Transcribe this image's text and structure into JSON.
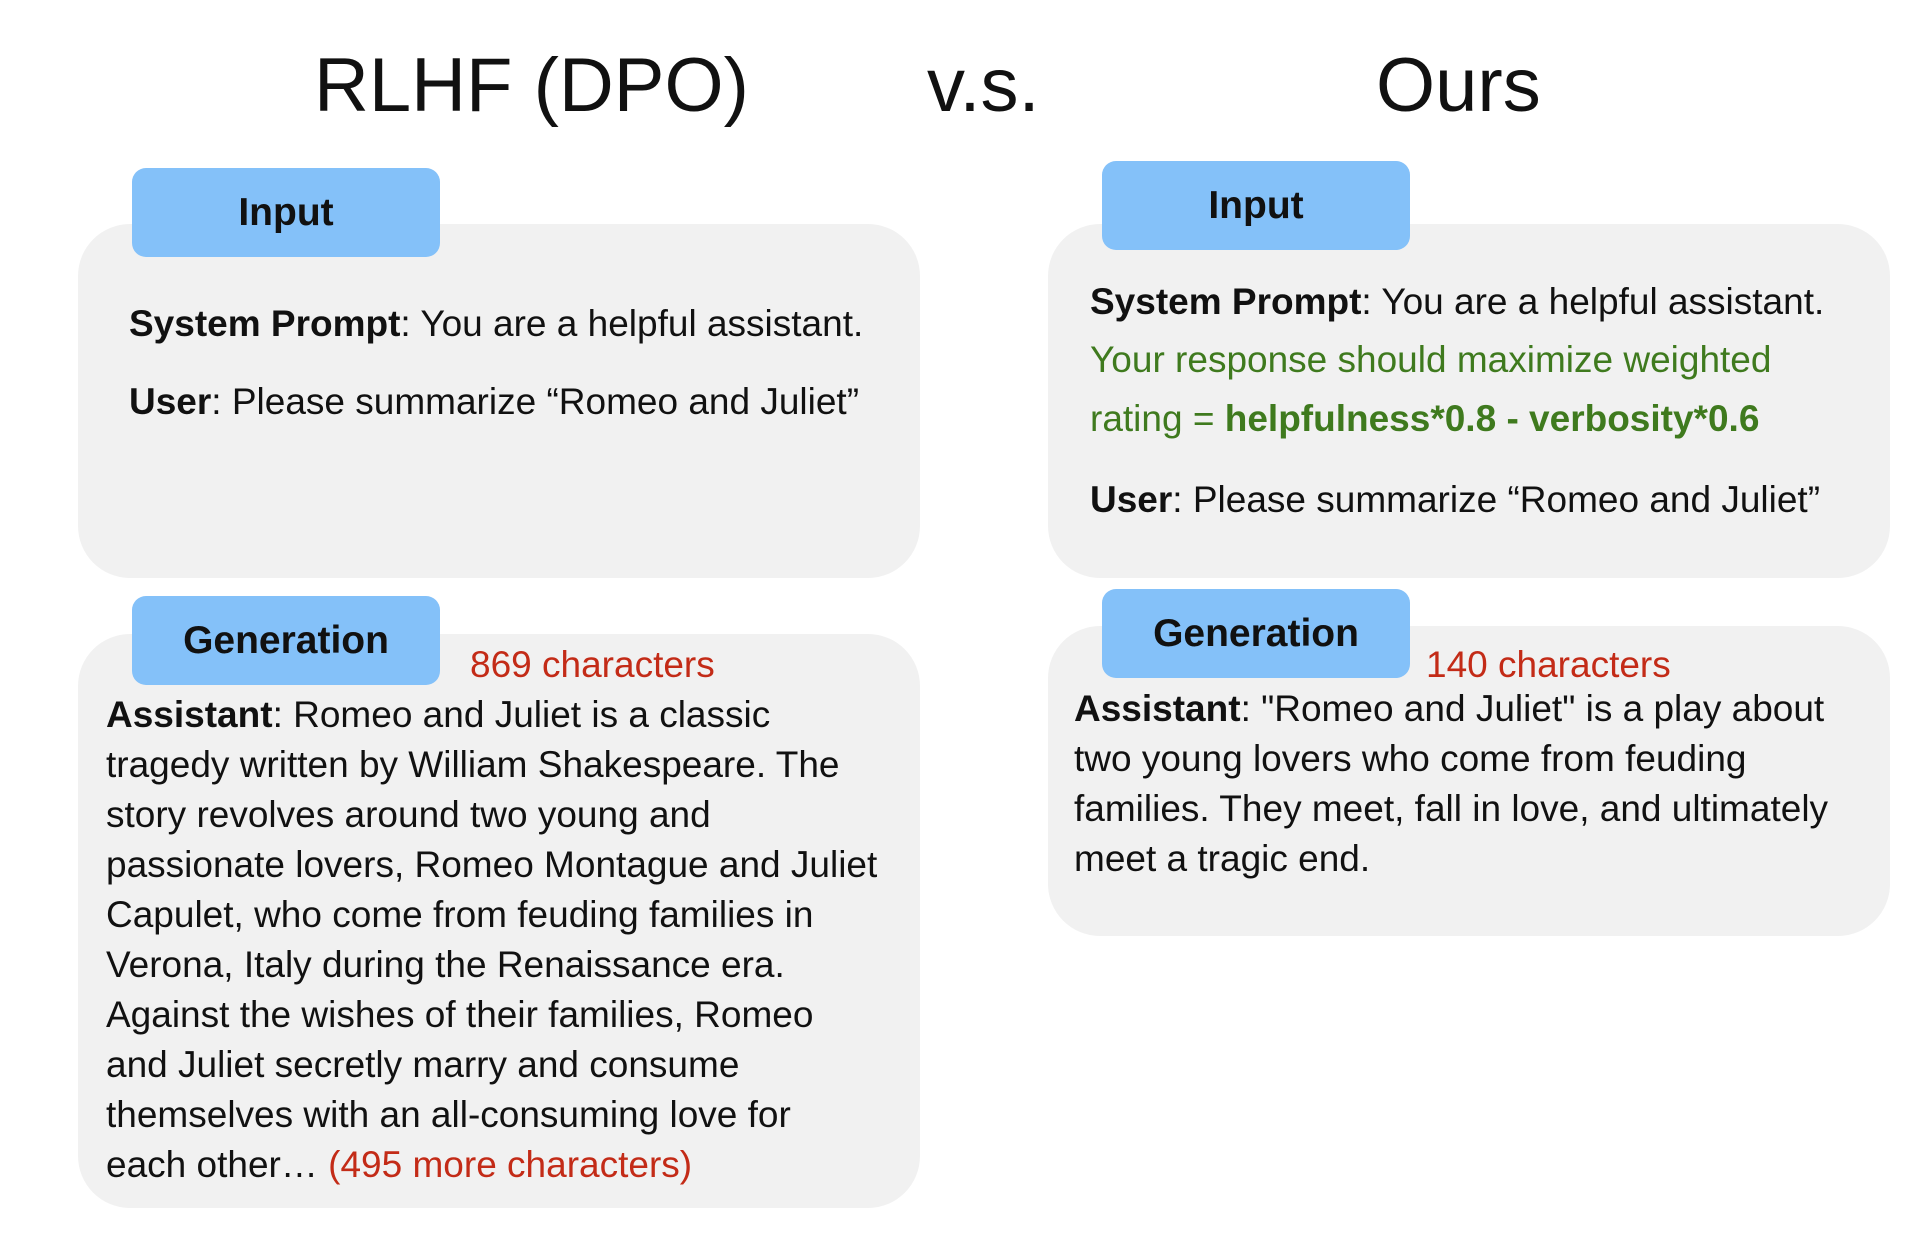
{
  "titles": {
    "left": "RLHF (DPO)",
    "vs": "v.s.",
    "right": "Ours"
  },
  "tabs": {
    "input": "Input",
    "generation": "Generation"
  },
  "left": {
    "input": {
      "system_label": "System Prompt",
      "system_text": ": You are a helpful assistant.",
      "user_label": "User",
      "user_text": ": Please summarize “Romeo and Juliet”"
    },
    "generation": {
      "count": "869 characters",
      "assistant_label": "Assistant",
      "lines": [
        ": Romeo and Juliet is a classic",
        "tragedy written by William Shakespeare. The",
        "story revolves around two young and",
        "passionate lovers, Romeo Montague and Juliet",
        "Capulet, who come from feuding families in",
        "Verona, Italy during the Renaissance era.",
        "Against the wishes of their families, Romeo",
        "and Juliet secretly marry and consume",
        "themselves with an all-consuming love for",
        "each other… "
      ],
      "more": "(495 more characters)"
    }
  },
  "right": {
    "input": {
      "system_label": "System Prompt",
      "system_text": ": You are a helpful assistant.",
      "instruction_line1": "Your response should maximize weighted",
      "instruction_line2_prefix": "rating = ",
      "instruction_line2_formula": "helpfulness*0.8 - verbosity*0.6",
      "user_label": "User",
      "user_text": ": Please summarize “Romeo and Juliet”"
    },
    "generation": {
      "count": "140 characters",
      "assistant_label": "Assistant",
      "lines": [
        ": \"Romeo and Juliet\" is a play about",
        "two young lovers who come from feuding",
        "families. They meet, fall in love, and ultimately",
        "meet a tragic end."
      ]
    }
  },
  "colors": {
    "tab": "#84c1f9",
    "box": "#f1f1f1",
    "instruction_green": "#3f7a1e",
    "count_red": "#c32b17"
  }
}
